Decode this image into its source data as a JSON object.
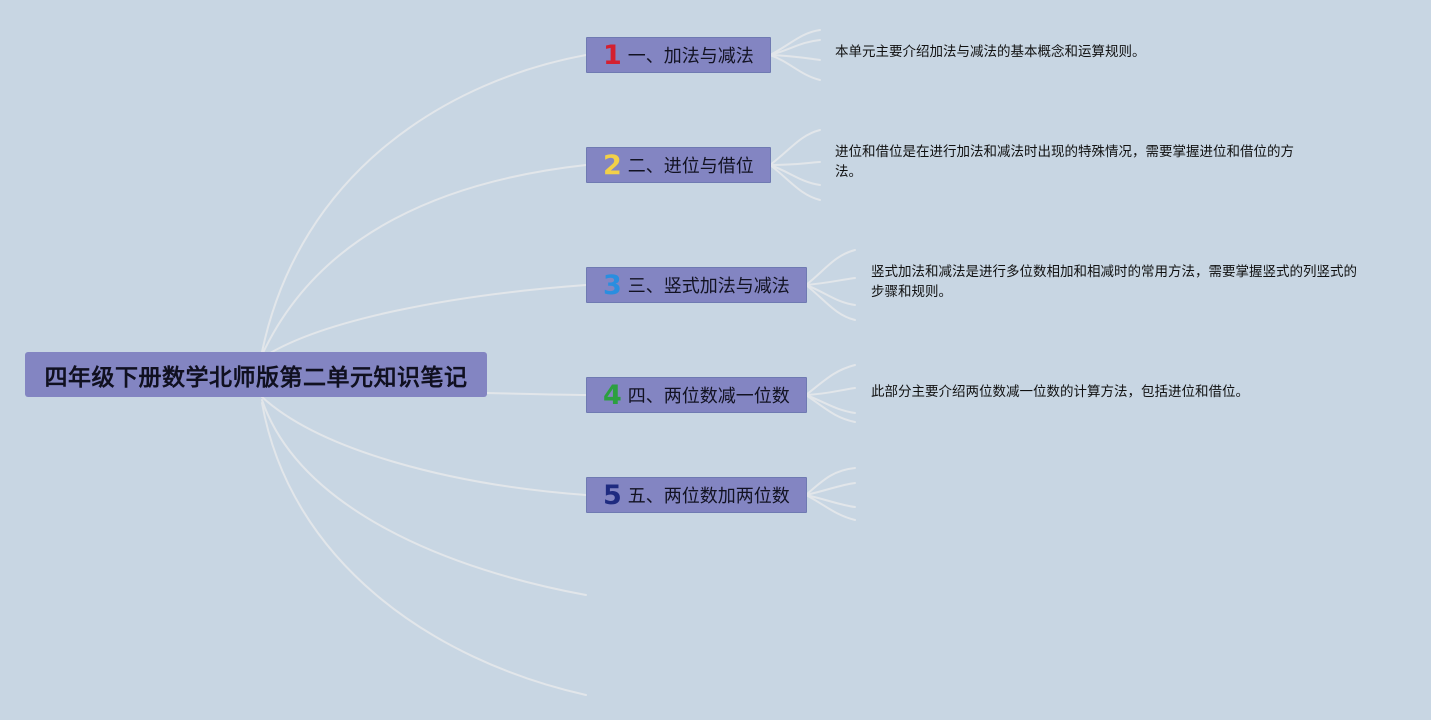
{
  "root": {
    "title": "四年级下册数学北师版第二单元知识笔记"
  },
  "colors": {
    "background": "#c8d6e3",
    "node_fill": "#8385c2",
    "connector": "#e2e6ea"
  },
  "branches": [
    {
      "number": "1",
      "number_color": "#d42030",
      "label": "一、加法与减法",
      "description": "本单元主要介绍加法与减法的基本概念和运算规则。"
    },
    {
      "number": "2",
      "number_color": "#f2d048",
      "label": "二、进位与借位",
      "description": "进位和借位是在进行加法和减法时出现的特殊情况，需要掌握进位和借位的方法。"
    },
    {
      "number": "3",
      "number_color": "#2a8ee0",
      "label": "三、竖式加法与减法",
      "description": "竖式加法和减法是进行多位数相加和相减时的常用方法，需要掌握竖式的列竖式的步骤和规则。"
    },
    {
      "number": "4",
      "number_color": "#2ca040",
      "label": "四、两位数减一位数",
      "description": "此部分主要介绍两位数减一位数的计算方法，包括进位和借位。"
    },
    {
      "number": "5",
      "number_color": "#1e2a80",
      "label": "五、两位数加两位数",
      "description": ""
    }
  ]
}
